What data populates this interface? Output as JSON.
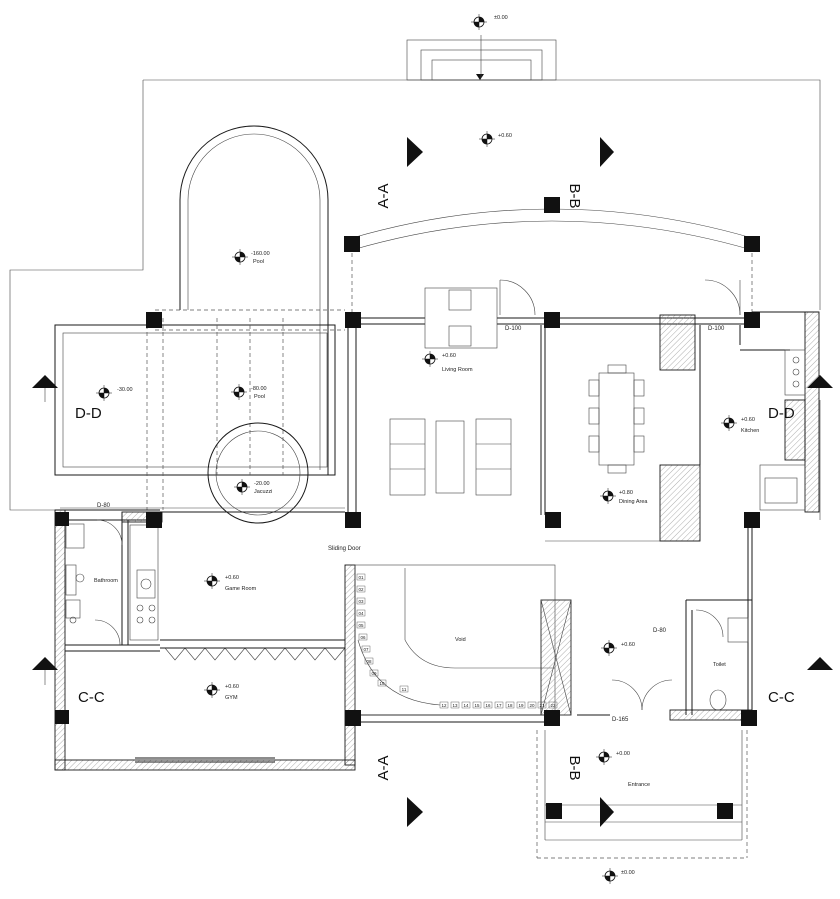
{
  "levels": {
    "top": "±0.00",
    "terrace": "+0.60",
    "pool_deep": "-160.00",
    "pool_deep_name": "Pool",
    "pool_shallow": "-30.00",
    "pool_mid": "-80.00",
    "pool_mid_name": "Pool",
    "jacuzzi": "-20.00",
    "jacuzzi_name": "Jacuzzi",
    "living": "+0.60",
    "dining": "+0.80",
    "kitchen": "+0.60",
    "game": "+0.60",
    "gym": "+0.60",
    "hall": "+0.60",
    "entrance": "+0.00",
    "bottom": "±0.00"
  },
  "rooms": {
    "living": "Living Room",
    "dining": "Dining Area",
    "kitchen": "Kitchen",
    "bathroom": "Bathroom",
    "game": "Game Room",
    "gym": "GYM",
    "toilet": "Toilet",
    "entrance": "Entrance",
    "void": "Void"
  },
  "labels": {
    "sliding_door": "Sliding Door"
  },
  "doors": {
    "d100_left": "D-100",
    "d100_right": "D-100",
    "d80_bath": "D-80",
    "d80_toilet": "D-80",
    "d165": "D-165"
  },
  "sections": {
    "aa_top": "A-A",
    "aa_bottom": "A-A",
    "bb_top": "B-B",
    "bb_bottom": "B-B",
    "cc_left": "C-C",
    "cc_right": "C-C",
    "dd_left": "D-D",
    "dd_right": "D-D"
  },
  "stair_steps": [
    "01",
    "02",
    "03",
    "04",
    "05",
    "06",
    "07",
    "08",
    "09",
    "10",
    "11",
    "12",
    "13",
    "14",
    "15",
    "16",
    "17",
    "18",
    "19",
    "20",
    "21",
    "22"
  ]
}
